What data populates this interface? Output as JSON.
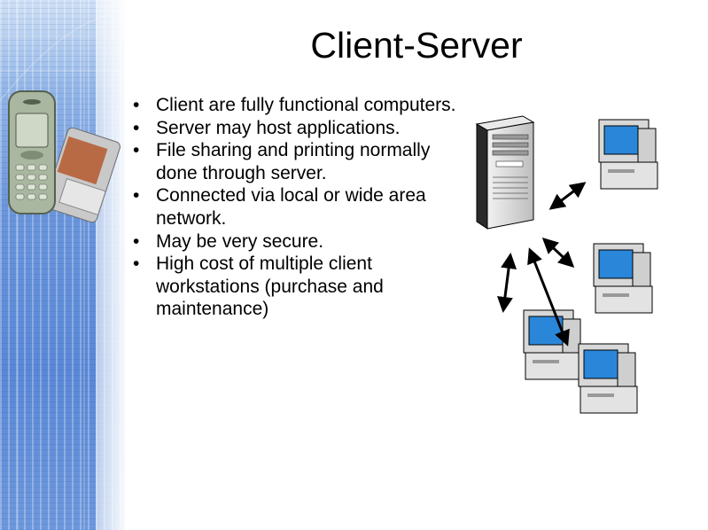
{
  "slide": {
    "title": "Client-Server",
    "bullets": [
      "Client are fully functional computers.",
      "Server may host applications.",
      "File sharing and printing normally done through server.",
      "Connected via local or wide area network.",
      "May be very secure.",
      "High cost of multiple client workstations (purchase and maintenance)"
    ],
    "bullet_glyph": "•"
  },
  "illustration": {
    "server": "server-tower-icon",
    "clients": [
      "desktop-computer-icon",
      "desktop-computer-icon",
      "desktop-computer-icon",
      "desktop-computer-icon"
    ],
    "links": "double-arrow-icon"
  },
  "colors": {
    "banner": "#5a88d6",
    "screen": "#2a86d8",
    "case": "#d9d9d9"
  }
}
